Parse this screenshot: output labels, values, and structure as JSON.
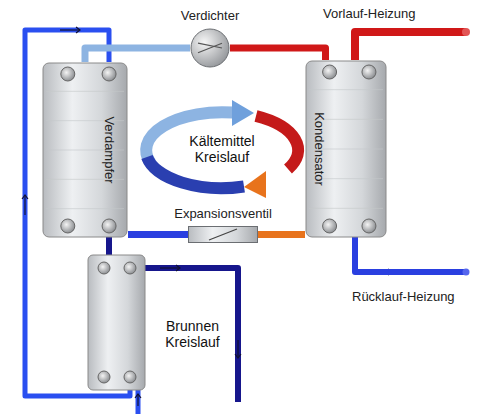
{
  "diagram": {
    "nodes": [
      {
        "text": [
          "Verdichter"
        ]
      },
      {
        "text": [
          "Verdampfer"
        ]
      },
      {
        "text": [
          "Kondensator"
        ]
      },
      {
        "text": [
          "Expansionsventil"
        ]
      }
    ],
    "edges": [
      {
        "from": 1,
        "to": 0,
        "arrow": "none"
      },
      {
        "from": 0,
        "to": 2,
        "arrow": "none"
      },
      {
        "from": 2,
        "to": 3,
        "arrow": "none"
      },
      {
        "from": 3,
        "to": 1,
        "arrow": "none"
      }
    ],
    "labels": [
      "Vorlauf-Heizung",
      "Kältemittel Kreislauf",
      "Rücklauf-Heizung",
      "Brunnen Kreislauf"
    ]
  }
}
